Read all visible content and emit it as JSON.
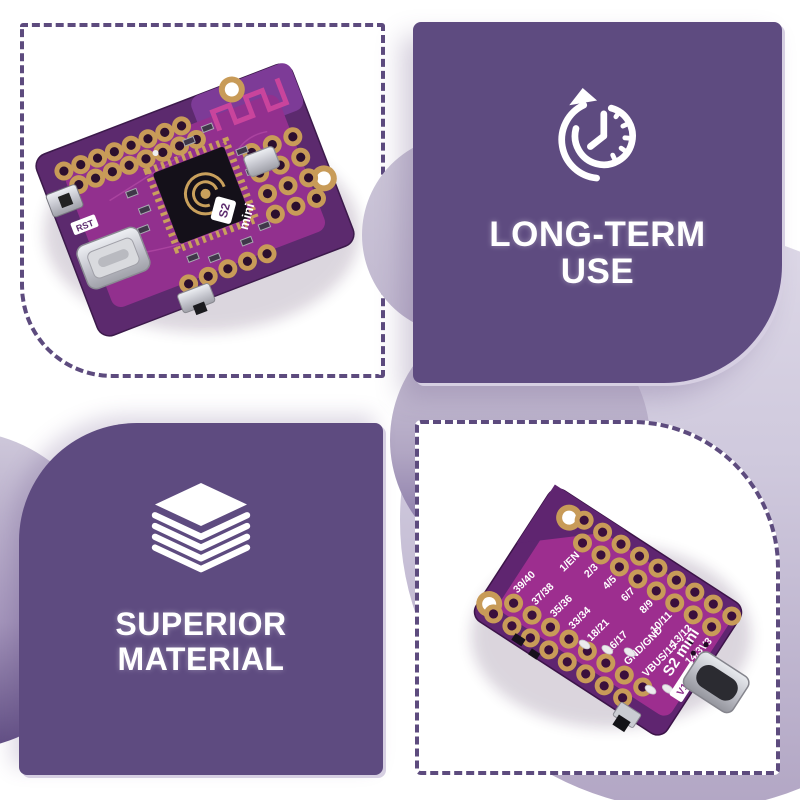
{
  "panels": {
    "top_right": {
      "icon": "clock-history-icon",
      "title_line1": "LONG-TERM",
      "title_line2": "USE"
    },
    "bottom_left": {
      "icon": "layers-icon",
      "title_line1": "SUPERIOR",
      "title_line2": "MATERIAL"
    }
  },
  "photos": {
    "front": {
      "silk_s2": "S2",
      "silk_mini": "mini",
      "silk_rst": "RST"
    },
    "back": {
      "silk_model": "S2 mini",
      "silk_version": "V1.0.0",
      "pins_upper": [
        "1/EN",
        "2/3",
        "4/5",
        "6/7",
        "8/9",
        "10/11",
        "13/12",
        "14/3V3"
      ],
      "pins_lower": [
        "39/40",
        "37/38",
        "35/36",
        "33/34",
        "18/21",
        "16/17",
        "GND/GND",
        "VBUS/15"
      ]
    }
  },
  "colors": {
    "panel_purple": "#5e4b80",
    "dash_purple": "#5d4b7e",
    "text_white": "#ffffff",
    "board_magenta": "#92308e",
    "board_violet": "#5c2a6e",
    "pad_gold": "#c89b58",
    "lavender_light": "#ddd8e7",
    "lavender_dark": "#b2a6c4"
  }
}
